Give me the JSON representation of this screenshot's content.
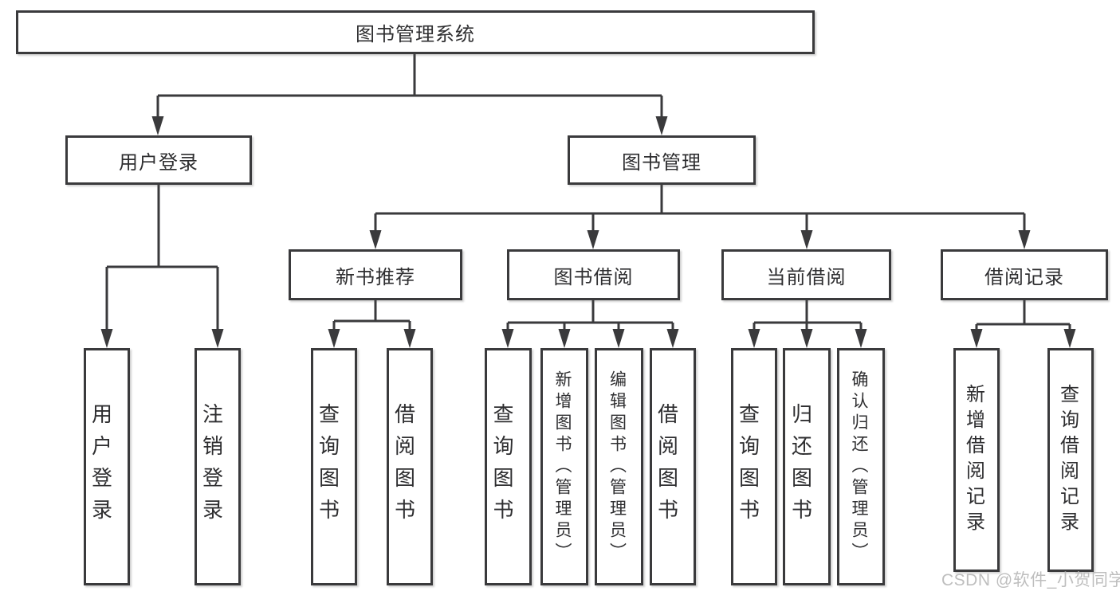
{
  "diagram_title": "图书管理系统",
  "tree": {
    "label": "图书管理系统",
    "children": [
      {
        "label": "用户登录",
        "children": [
          {
            "label": "用户登录"
          },
          {
            "label": "注销登录"
          }
        ]
      },
      {
        "label": "图书管理",
        "children": [
          {
            "label": "新书推荐",
            "children": [
              {
                "label": "查询图书"
              },
              {
                "label": "借阅图书"
              }
            ]
          },
          {
            "label": "图书借阅",
            "children": [
              {
                "label": "查询图书"
              },
              {
                "label": "新增图书（管理员）"
              },
              {
                "label": "编辑图书（管理员）"
              },
              {
                "label": "借阅图书"
              }
            ]
          },
          {
            "label": "当前借阅",
            "children": [
              {
                "label": "查询图书"
              },
              {
                "label": "归还图书"
              },
              {
                "label": "确认归还（管理员）"
              }
            ]
          },
          {
            "label": "借阅记录",
            "children": [
              {
                "label": "新增借阅记录"
              },
              {
                "label": "查询借阅记录"
              }
            ]
          }
        ]
      }
    ]
  },
  "watermark": "CSDN @软件_小贺同学",
  "colors": {
    "line": "#3a3a3c",
    "text": "#2e2e30",
    "watermark": "#b9b9b9",
    "background": "#ffffff"
  }
}
